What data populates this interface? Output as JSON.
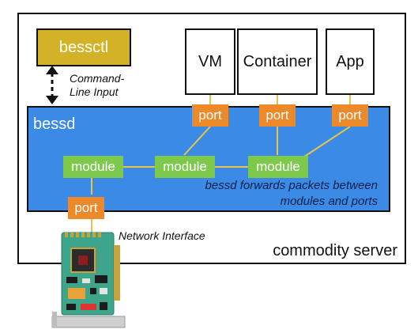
{
  "server": {
    "label": "commodity server"
  },
  "bessctl": {
    "label": "bessctl"
  },
  "cli": {
    "line1": "Command-",
    "line2": "Line Input"
  },
  "bessd": {
    "label": "bessd"
  },
  "apps": [
    {
      "label": "VM"
    },
    {
      "label": "Container"
    },
    {
      "label": "App"
    }
  ],
  "port_label": "port",
  "module_label": "module",
  "forward_text": {
    "line1": "bessd forwards packets between",
    "line2": "modules and ports"
  },
  "nic": {
    "label": "Network Interface"
  },
  "colors": {
    "bessctl": "#d4b227",
    "bessd": "#3b8ae6",
    "port": "#ec8a2b",
    "module": "#7cc94c",
    "link": "#e6c44a"
  }
}
